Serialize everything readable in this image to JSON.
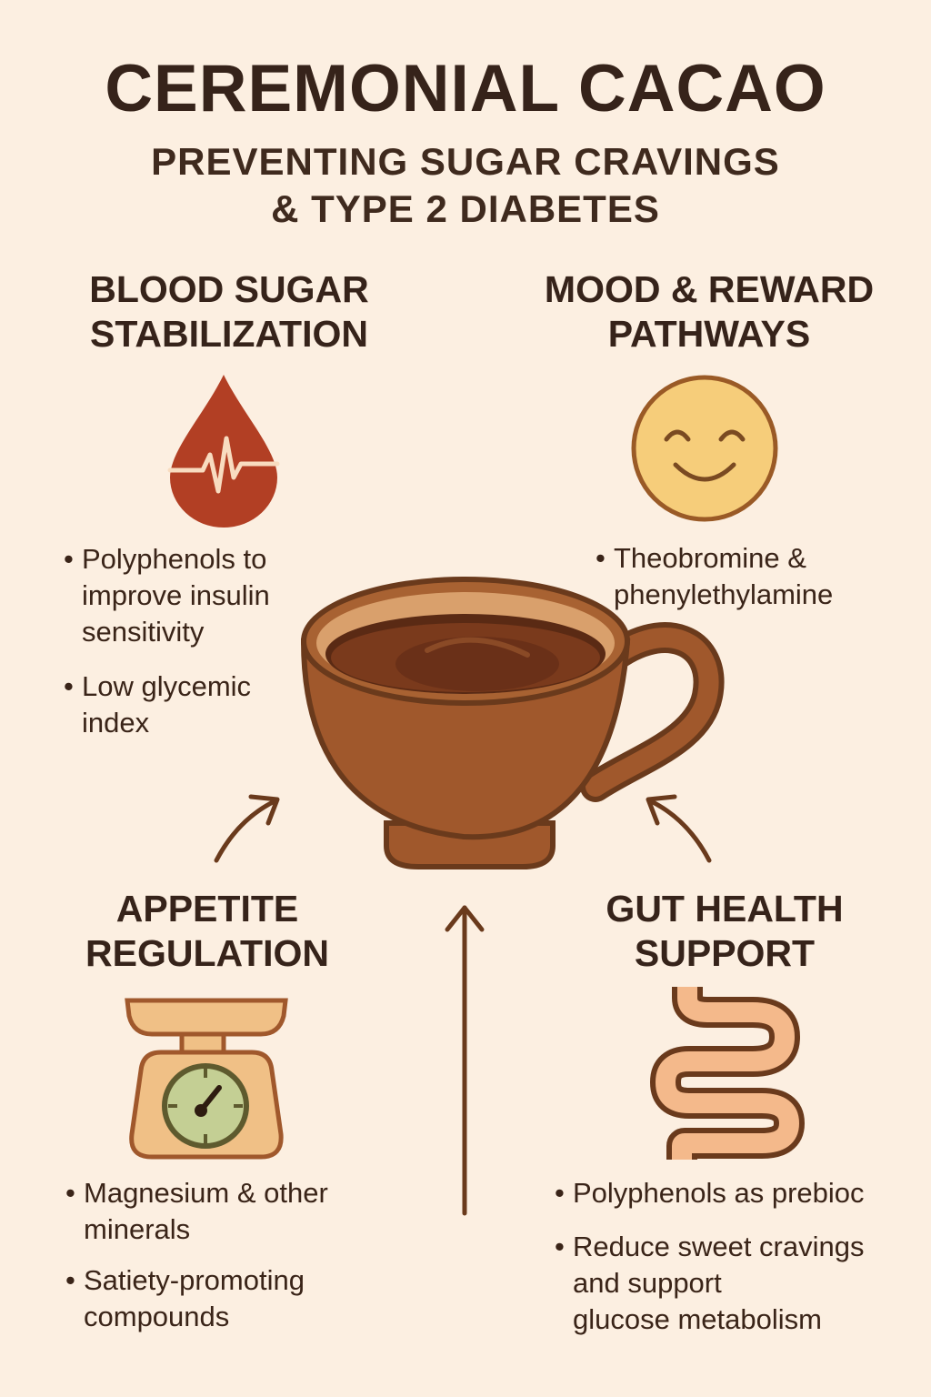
{
  "header": {
    "title": "CEREMONIAL CACAO",
    "subtitle_lines": [
      "PREVENTING SUGAR CRAVINGS",
      "& TYPE 2 DIABETES"
    ]
  },
  "sections": {
    "blood_sugar": {
      "heading_lines": [
        "BLOOD SUGAR",
        "STABILIZATION"
      ],
      "icon": "blood-drop-heartbeat-icon",
      "bullets": [
        {
          "lines": [
            "Polyphenols to",
            "improve insulin",
            "sensitivity"
          ]
        },
        {
          "lines": [
            "Low glycemic",
            "index"
          ]
        }
      ]
    },
    "mood": {
      "heading_lines": [
        "MOOD & REWARD",
        "PATHWAYS"
      ],
      "icon": "smiley-face-icon",
      "bullets": [
        {
          "lines": [
            "Theobromine &",
            "phenylethylamine"
          ]
        }
      ]
    },
    "appetite": {
      "heading_lines": [
        "APPETITE",
        "REGULATION"
      ],
      "icon": "kitchen-scale-icon",
      "bullets": [
        {
          "lines": [
            "Magnesium & other",
            "minerals"
          ]
        },
        {
          "lines": [
            "Satiety-promoting",
            "compounds"
          ]
        }
      ]
    },
    "gut": {
      "heading_lines": [
        "GUT HEALTH",
        "SUPPORT"
      ],
      "icon": "intestine-icon",
      "bullets": [
        {
          "lines": [
            "Polyphenols as prebioc"
          ]
        },
        {
          "lines": [
            "Reduce sweet cravings",
            "and support",
            "glucose metabolism"
          ]
        }
      ]
    }
  },
  "bullet_char": "•",
  "colors": {
    "background": "#fcefe1",
    "text": "#36231a",
    "cup": "#a0582c",
    "drop": "#b23f24",
    "smiley": "#f6cd7a",
    "scale": "#f0c086",
    "dial": "#c4cf94",
    "intestine": "#f4b98b"
  }
}
